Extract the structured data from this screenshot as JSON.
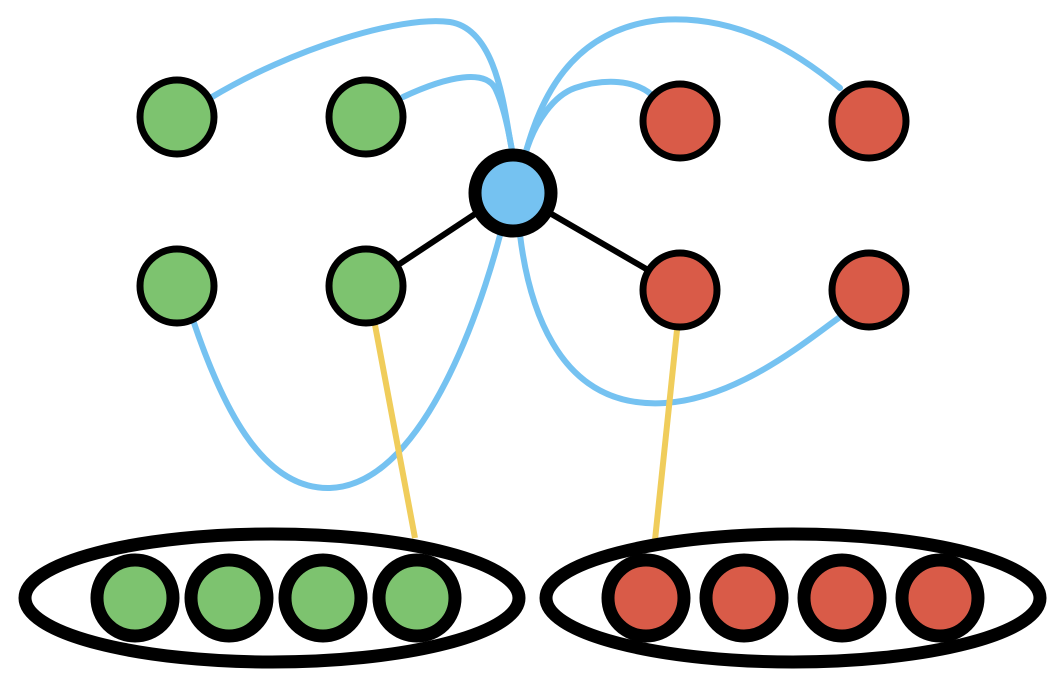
{
  "colors": {
    "green_node": "#7dc36f",
    "red_node": "#d95b48",
    "blue_node": "#75c2f1",
    "blue_edge": "#75c2f1",
    "yellow_edge": "#f0cd5b",
    "black_edge": "#000000",
    "outline": "#000000",
    "background": "#ffffff"
  },
  "nodes": {
    "hub": {
      "group": "blue"
    },
    "green": [
      {
        "id": "g1",
        "group": "green"
      },
      {
        "id": "g2",
        "group": "green"
      },
      {
        "id": "g3",
        "group": "green"
      },
      {
        "id": "g4",
        "group": "green"
      }
    ],
    "red": [
      {
        "id": "r1",
        "group": "red"
      },
      {
        "id": "r2",
        "group": "red"
      },
      {
        "id": "r3",
        "group": "red"
      },
      {
        "id": "r4",
        "group": "red"
      }
    ],
    "green_cluster": [
      "gc1",
      "gc2",
      "gc3",
      "gc4"
    ],
    "red_cluster": [
      "rc1",
      "rc2",
      "rc3",
      "rc4"
    ]
  },
  "edges": {
    "blue": [
      {
        "from": "hub",
        "to": "g1"
      },
      {
        "from": "hub",
        "to": "g2"
      },
      {
        "from": "hub",
        "to": "g3"
      },
      {
        "from": "hub",
        "to": "r1"
      },
      {
        "from": "hub",
        "to": "r2"
      },
      {
        "from": "hub",
        "to": "r4"
      }
    ],
    "black": [
      {
        "from": "hub",
        "to": "g4"
      },
      {
        "from": "hub",
        "to": "r3"
      }
    ],
    "yellow": [
      {
        "from": "g4",
        "to": "green-cluster"
      },
      {
        "from": "r3",
        "to": "red-cluster"
      }
    ]
  }
}
